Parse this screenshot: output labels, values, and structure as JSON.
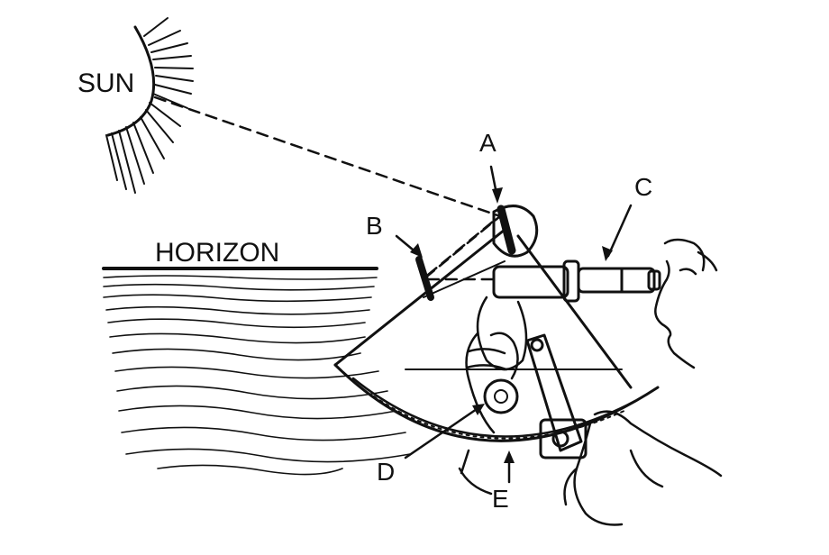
{
  "labels": {
    "sun": "SUN",
    "horizon": "HORIZON",
    "a": "A",
    "b": "B",
    "c": "C",
    "d": "D",
    "e": "E"
  },
  "colors": {
    "ink": "#111111",
    "background": "#ffffff"
  }
}
